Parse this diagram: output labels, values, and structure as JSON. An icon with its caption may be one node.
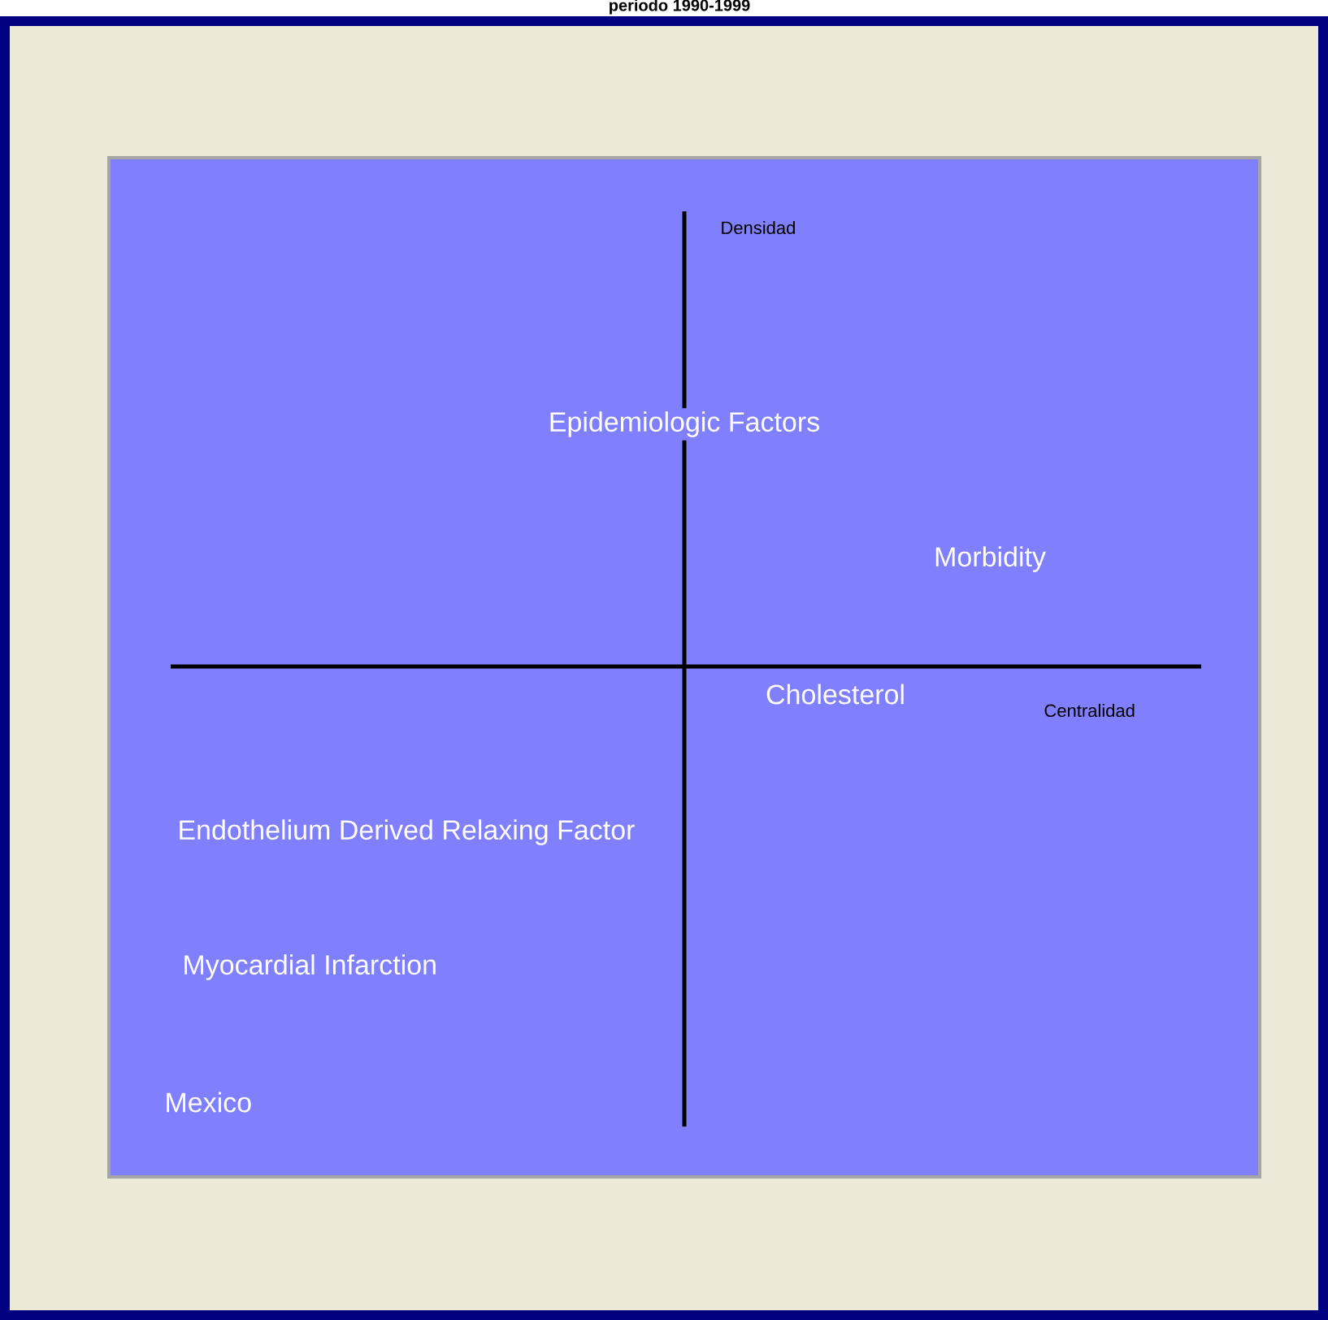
{
  "diagram": {
    "title": "periodo 1990-1999",
    "labels": [
      "Densidad",
      "Epidemiologic Factors",
      "Morbidity",
      "Cholesterol",
      "Centralidad",
      "Endothelium Derived Relaxing Factor",
      "Myocardial Infarction",
      "Mexico"
    ]
  }
}
